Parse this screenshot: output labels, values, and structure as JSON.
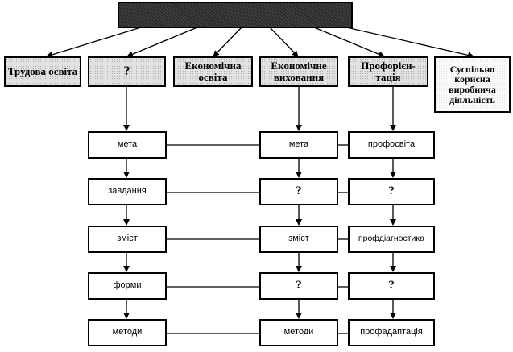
{
  "top": {
    "title": ""
  },
  "categories": {
    "labor": "Трудова освіта",
    "unknown": "?",
    "econ_edu": "Економічна освіта",
    "econ_upbr": "Економічне виховання",
    "prof": "Профорієн-тація",
    "social": "Суспільно корисна виробнича діяльність"
  },
  "left_column": [
    "мета",
    "завдання",
    "зміст",
    "форми",
    "методи"
  ],
  "mid_column": [
    "мета",
    "?",
    "зміст",
    "?",
    "методи"
  ],
  "right_column": [
    "профосвіта",
    "?",
    "профдіагностика",
    "?",
    "профадаптація"
  ]
}
